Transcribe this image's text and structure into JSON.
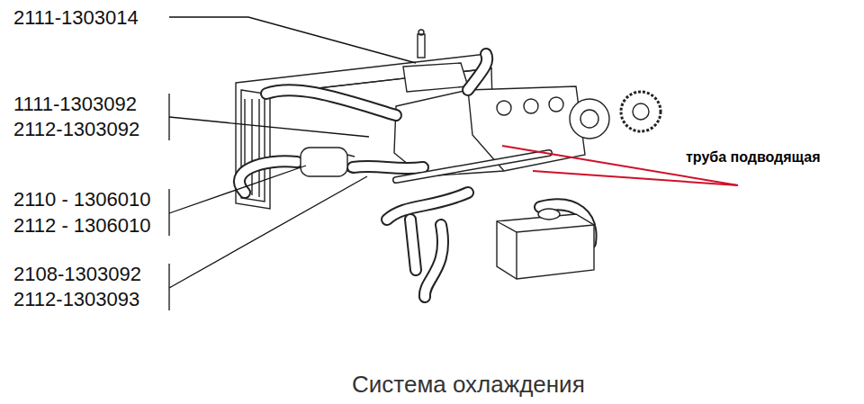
{
  "diagram": {
    "caption": "Система охлаждения",
    "labels": [
      "2111-1303014",
      "1111-1303092",
      "2112-1303092",
      "2110 - 1306010",
      "2112 - 1306010",
      "2108-1303092",
      "2112-1303093",
      "труба подводящая"
    ]
  }
}
